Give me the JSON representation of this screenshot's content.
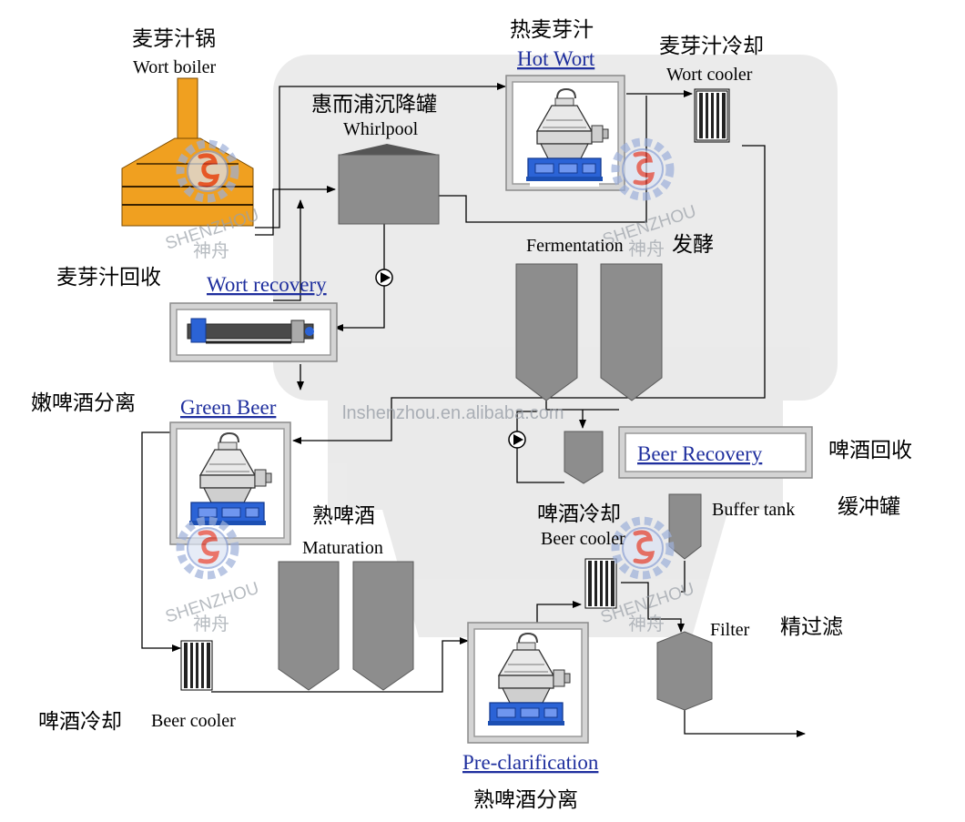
{
  "labels": {
    "wort_boiler_zh": "麦芽汁锅",
    "wort_boiler_en": "Wort boiler",
    "whirlpool_zh": "惠而浦沉降罐",
    "whirlpool_en": "Whirlpool",
    "hot_wort_zh": "热麦芽汁",
    "hot_wort_en": "Hot Wort",
    "wort_cooler_zh": "麦芽汁冷却",
    "wort_cooler_en": "Wort cooler",
    "fermentation_en": "Fermentation",
    "fermentation_zh": "发酵",
    "wort_recovery_zh": "麦芽汁回收",
    "wort_recovery_en": "Wort recovery",
    "green_beer_zh": "嫩啤酒分离",
    "green_beer_en": "Green Beer",
    "beer_recovery_en": "Beer Recovery",
    "beer_recovery_zh": "啤酒回收",
    "maturation_zh": "熟啤酒",
    "maturation_en": "Maturation",
    "beer_cooler2_zh": "啤酒冷却",
    "beer_cooler2_en": "Beer cooler",
    "buffer_tank_en": "Buffer tank",
    "buffer_tank_zh": "缓冲罐",
    "filter_en": "Filter",
    "filter_zh": "精过滤",
    "beer_cooler1_zh": "啤酒冷却",
    "beer_cooler1_en": "Beer cooler",
    "preclar_en": "Pre-clarification",
    "preclar_zh": "熟啤酒分离"
  },
  "watermark": {
    "brand": "SHENZHOU",
    "brand_zh": "神舟",
    "url": "lnshenzhou.en.alibaba.com"
  },
  "colors": {
    "boiler": "#f0a020",
    "tank": "#8d8d8d",
    "separator_base": "#2b63d6",
    "link_text": "#1f2f9e",
    "logo_red": "#e23a2a",
    "logo_blue": "#5577cc"
  }
}
